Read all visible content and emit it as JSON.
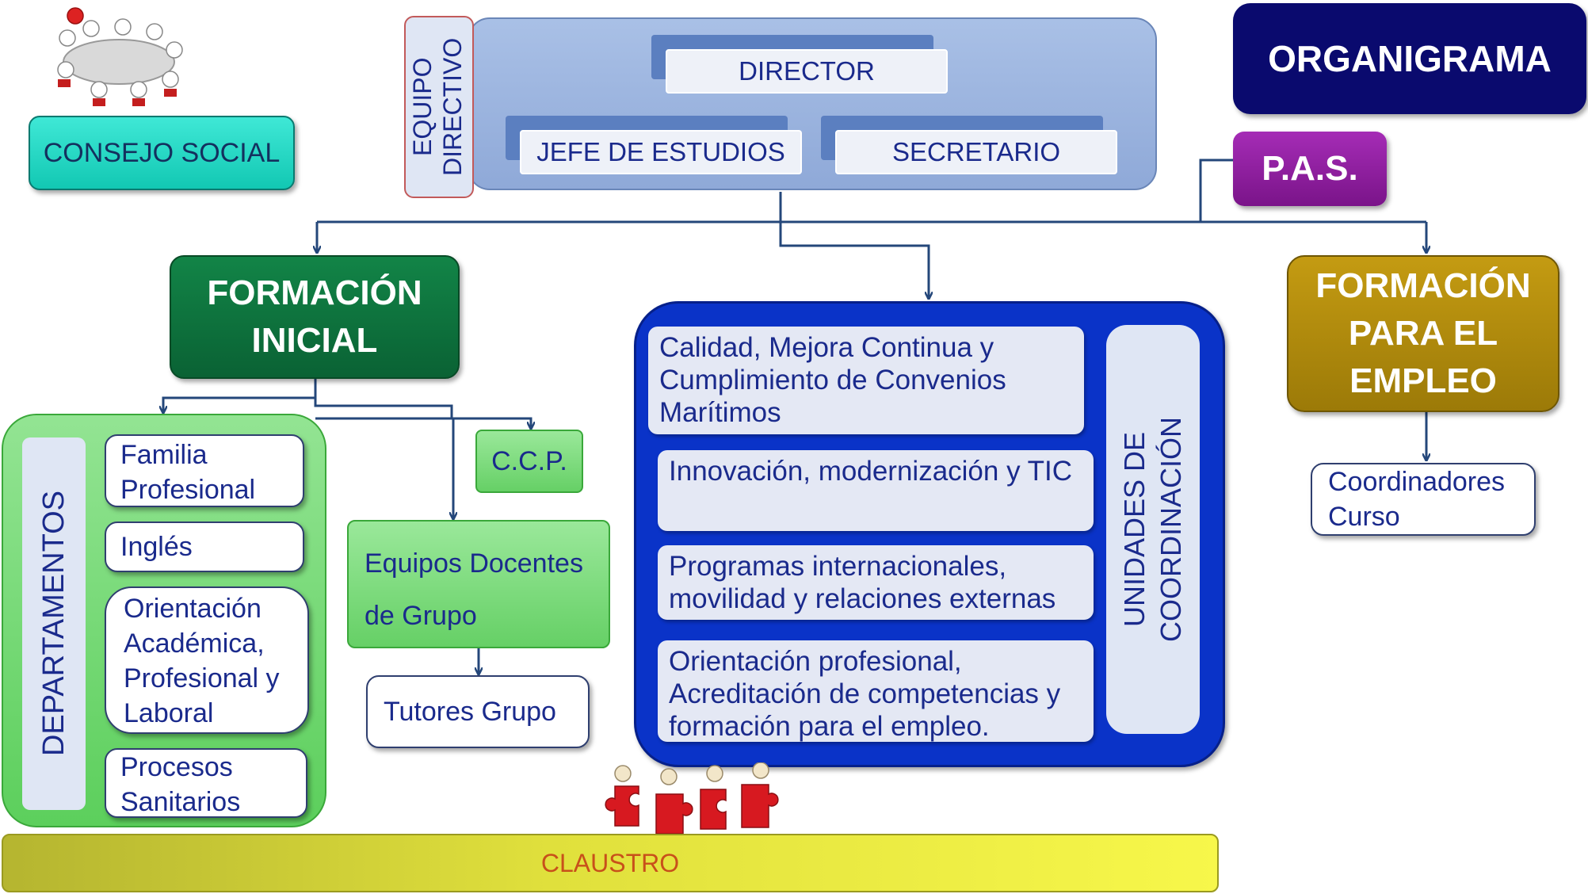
{
  "title": "ORGANIGRAMA",
  "consejo_social": "CONSEJO SOCIAL",
  "equipo_directivo": {
    "label": "EQUIPO DIRECTIVO",
    "director": "DIRECTOR",
    "jefe_estudios": "JEFE DE ESTUDIOS",
    "secretario": "SECRETARIO"
  },
  "pas": "P.A.S.",
  "formacion_inicial": {
    "title": "FORMACIÓN INICIAL",
    "departamentos_label": "DEPARTAMENTOS",
    "departamentos": [
      "Familia Profesional",
      "Inglés",
      "Orientación Académica, Profesional y Laboral",
      "Procesos Sanitarios"
    ],
    "ccp": "C.C.P.",
    "equipos_docentes": "Equipos Docentes de Grupo",
    "tutores": "Tutores Grupo"
  },
  "unidades_coordinacion": {
    "label": "UNIDADES DE COORDINACIÓN",
    "items": [
      "Calidad, Mejora Continua y Cumplimiento de Convenios Marítimos",
      "Innovación, modernización y TIC",
      "Programas internacionales, movilidad y relaciones externas",
      "Orientación profesional, Acreditación de competencias y formación para el empleo."
    ]
  },
  "formacion_empleo": {
    "title": "FORMACIÓN PARA EL EMPLEO",
    "coordinadores": "Coordinadores Curso"
  },
  "claustro": "CLAUSTRO",
  "colors": {
    "navy": "#0a0a6e",
    "consejo": "#1fd9c5",
    "pas": "#8c1a9c",
    "formacion_inicial": "#0b6e3a",
    "formacion_empleo": "#b08a0c",
    "unidades": "#0a33c8",
    "departamentos": "#6bd46b",
    "claustro": "#d8d83a"
  }
}
